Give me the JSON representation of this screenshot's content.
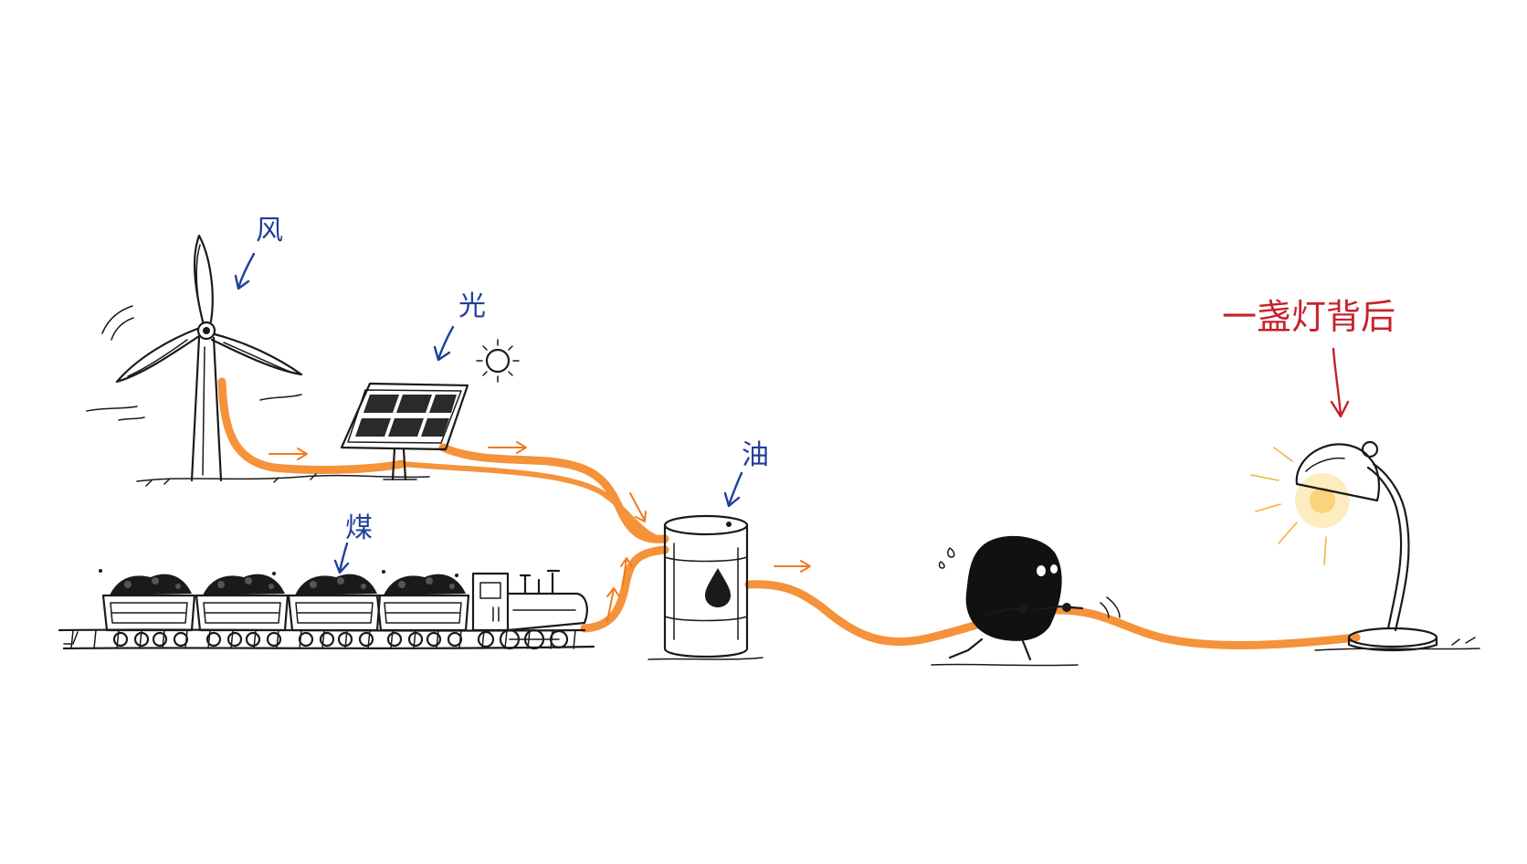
{
  "labels": {
    "wind": "风",
    "solar": "光",
    "coal": "煤",
    "oil": "油",
    "lamp": "一盏灯背后"
  },
  "colors": {
    "label_blue": "#1f3f9a",
    "label_red": "#c8202a",
    "pipe_orange": "#f5923a",
    "ink": "#1a1a1a"
  },
  "icons": [
    "wind-turbine-icon",
    "solar-panel-icon",
    "sun-icon",
    "coal-train-icon",
    "oil-barrel-icon",
    "oil-drop-icon",
    "blob-character-icon",
    "desk-lamp-icon"
  ]
}
